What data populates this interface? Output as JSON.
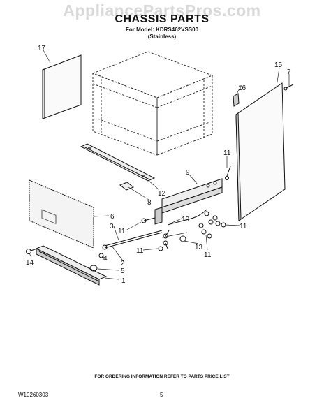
{
  "watermark": "AppliancePartsPros.com",
  "title": "CHASSIS PARTS",
  "model_line": "For Model: KDRS462VSS00",
  "finish_line": "(Stainless)",
  "footer_note": "FOR ORDERING INFORMATION REFER TO PARTS PRICE LIST",
  "doc_number": "W10260303",
  "page_number": "5",
  "callouts": {
    "c17": "17",
    "c16": "16",
    "c15": "15",
    "c7": "7",
    "c11a": "11",
    "c9": "9",
    "c12": "12",
    "c8": "8",
    "c6": "6",
    "c3": "3",
    "c11b": "11",
    "c10": "10",
    "c11c": "11",
    "c2": "2",
    "c11d": "11",
    "c13": "13",
    "c11e": "11",
    "c4": "4",
    "c5": "5",
    "c14": "14",
    "c1": "1"
  }
}
